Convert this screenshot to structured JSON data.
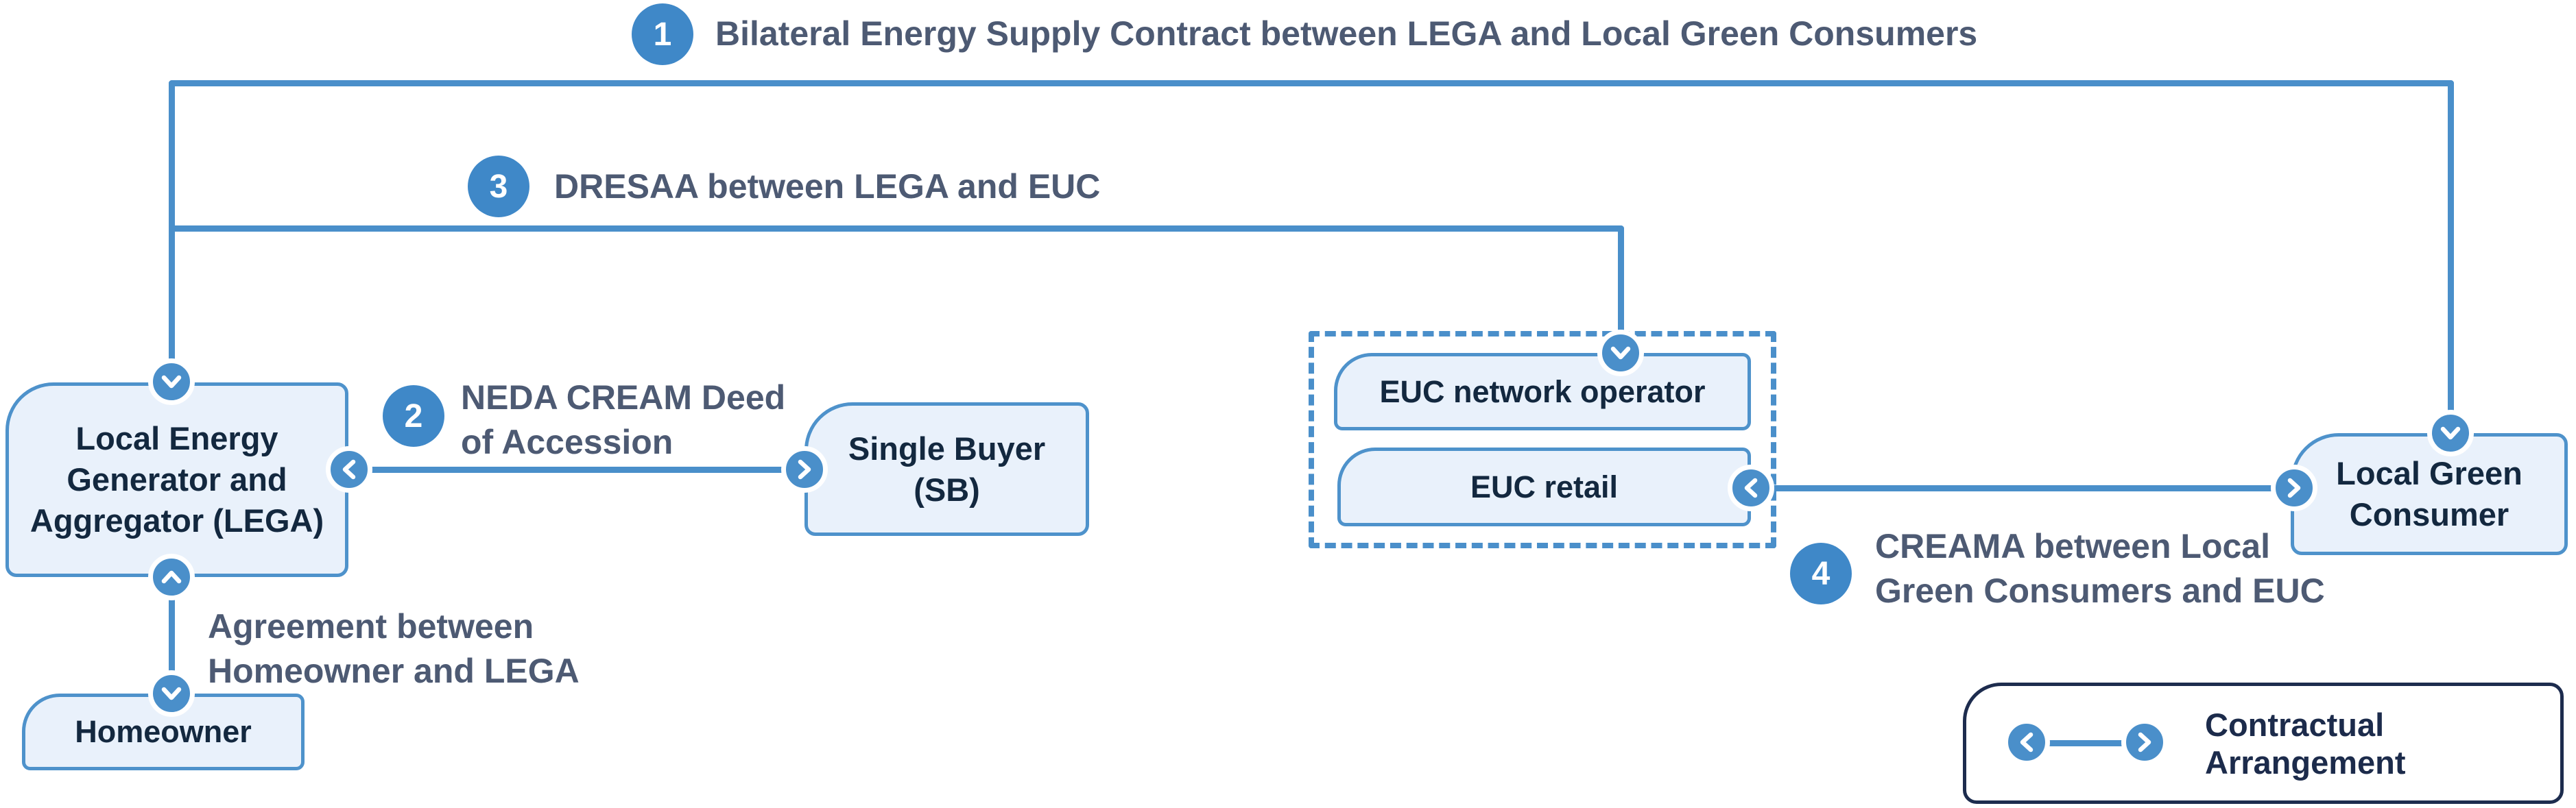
{
  "diagram": {
    "nodes": {
      "lega": "Local Energy\nGenerator and\nAggregator (LEGA)",
      "single_buyer": "Single Buyer\n(SB)",
      "euc_network_operator": "EUC network operator",
      "euc_retail": "EUC retail",
      "local_green_consumer": "Local Green\nConsumer",
      "homeowner": "Homeowner"
    },
    "annotations": [
      {
        "number": "1",
        "text": "Bilateral Energy Supply Contract between LEGA and Local Green Consumers"
      },
      {
        "number": "2",
        "text": "NEDA CREAM Deed\nof Accession"
      },
      {
        "number": "3",
        "text": "DRESAA between LEGA and EUC"
      },
      {
        "number": "4",
        "text": "CREAMA between Local\nGreen Consumers and EUC"
      }
    ],
    "unnumbered_annotation": "Agreement between\nHomeowner and LEGA",
    "legend": {
      "label": "Contractual Arrangement"
    },
    "icons": {
      "connector_endpoint": "chevron-in-circle",
      "legend_symbol": "double-headed-arrow"
    },
    "colors": {
      "accent": "#4a8fca",
      "badge": "#3f88c8",
      "node-fill": "#e9f1fb",
      "node-border": "#4e92cb",
      "node-text": "#13283f",
      "note-text": "#4d5a73",
      "legend-border": "#1d2c4e",
      "legend-text": "#1c2b4b",
      "bg": "#ffffff"
    }
  }
}
